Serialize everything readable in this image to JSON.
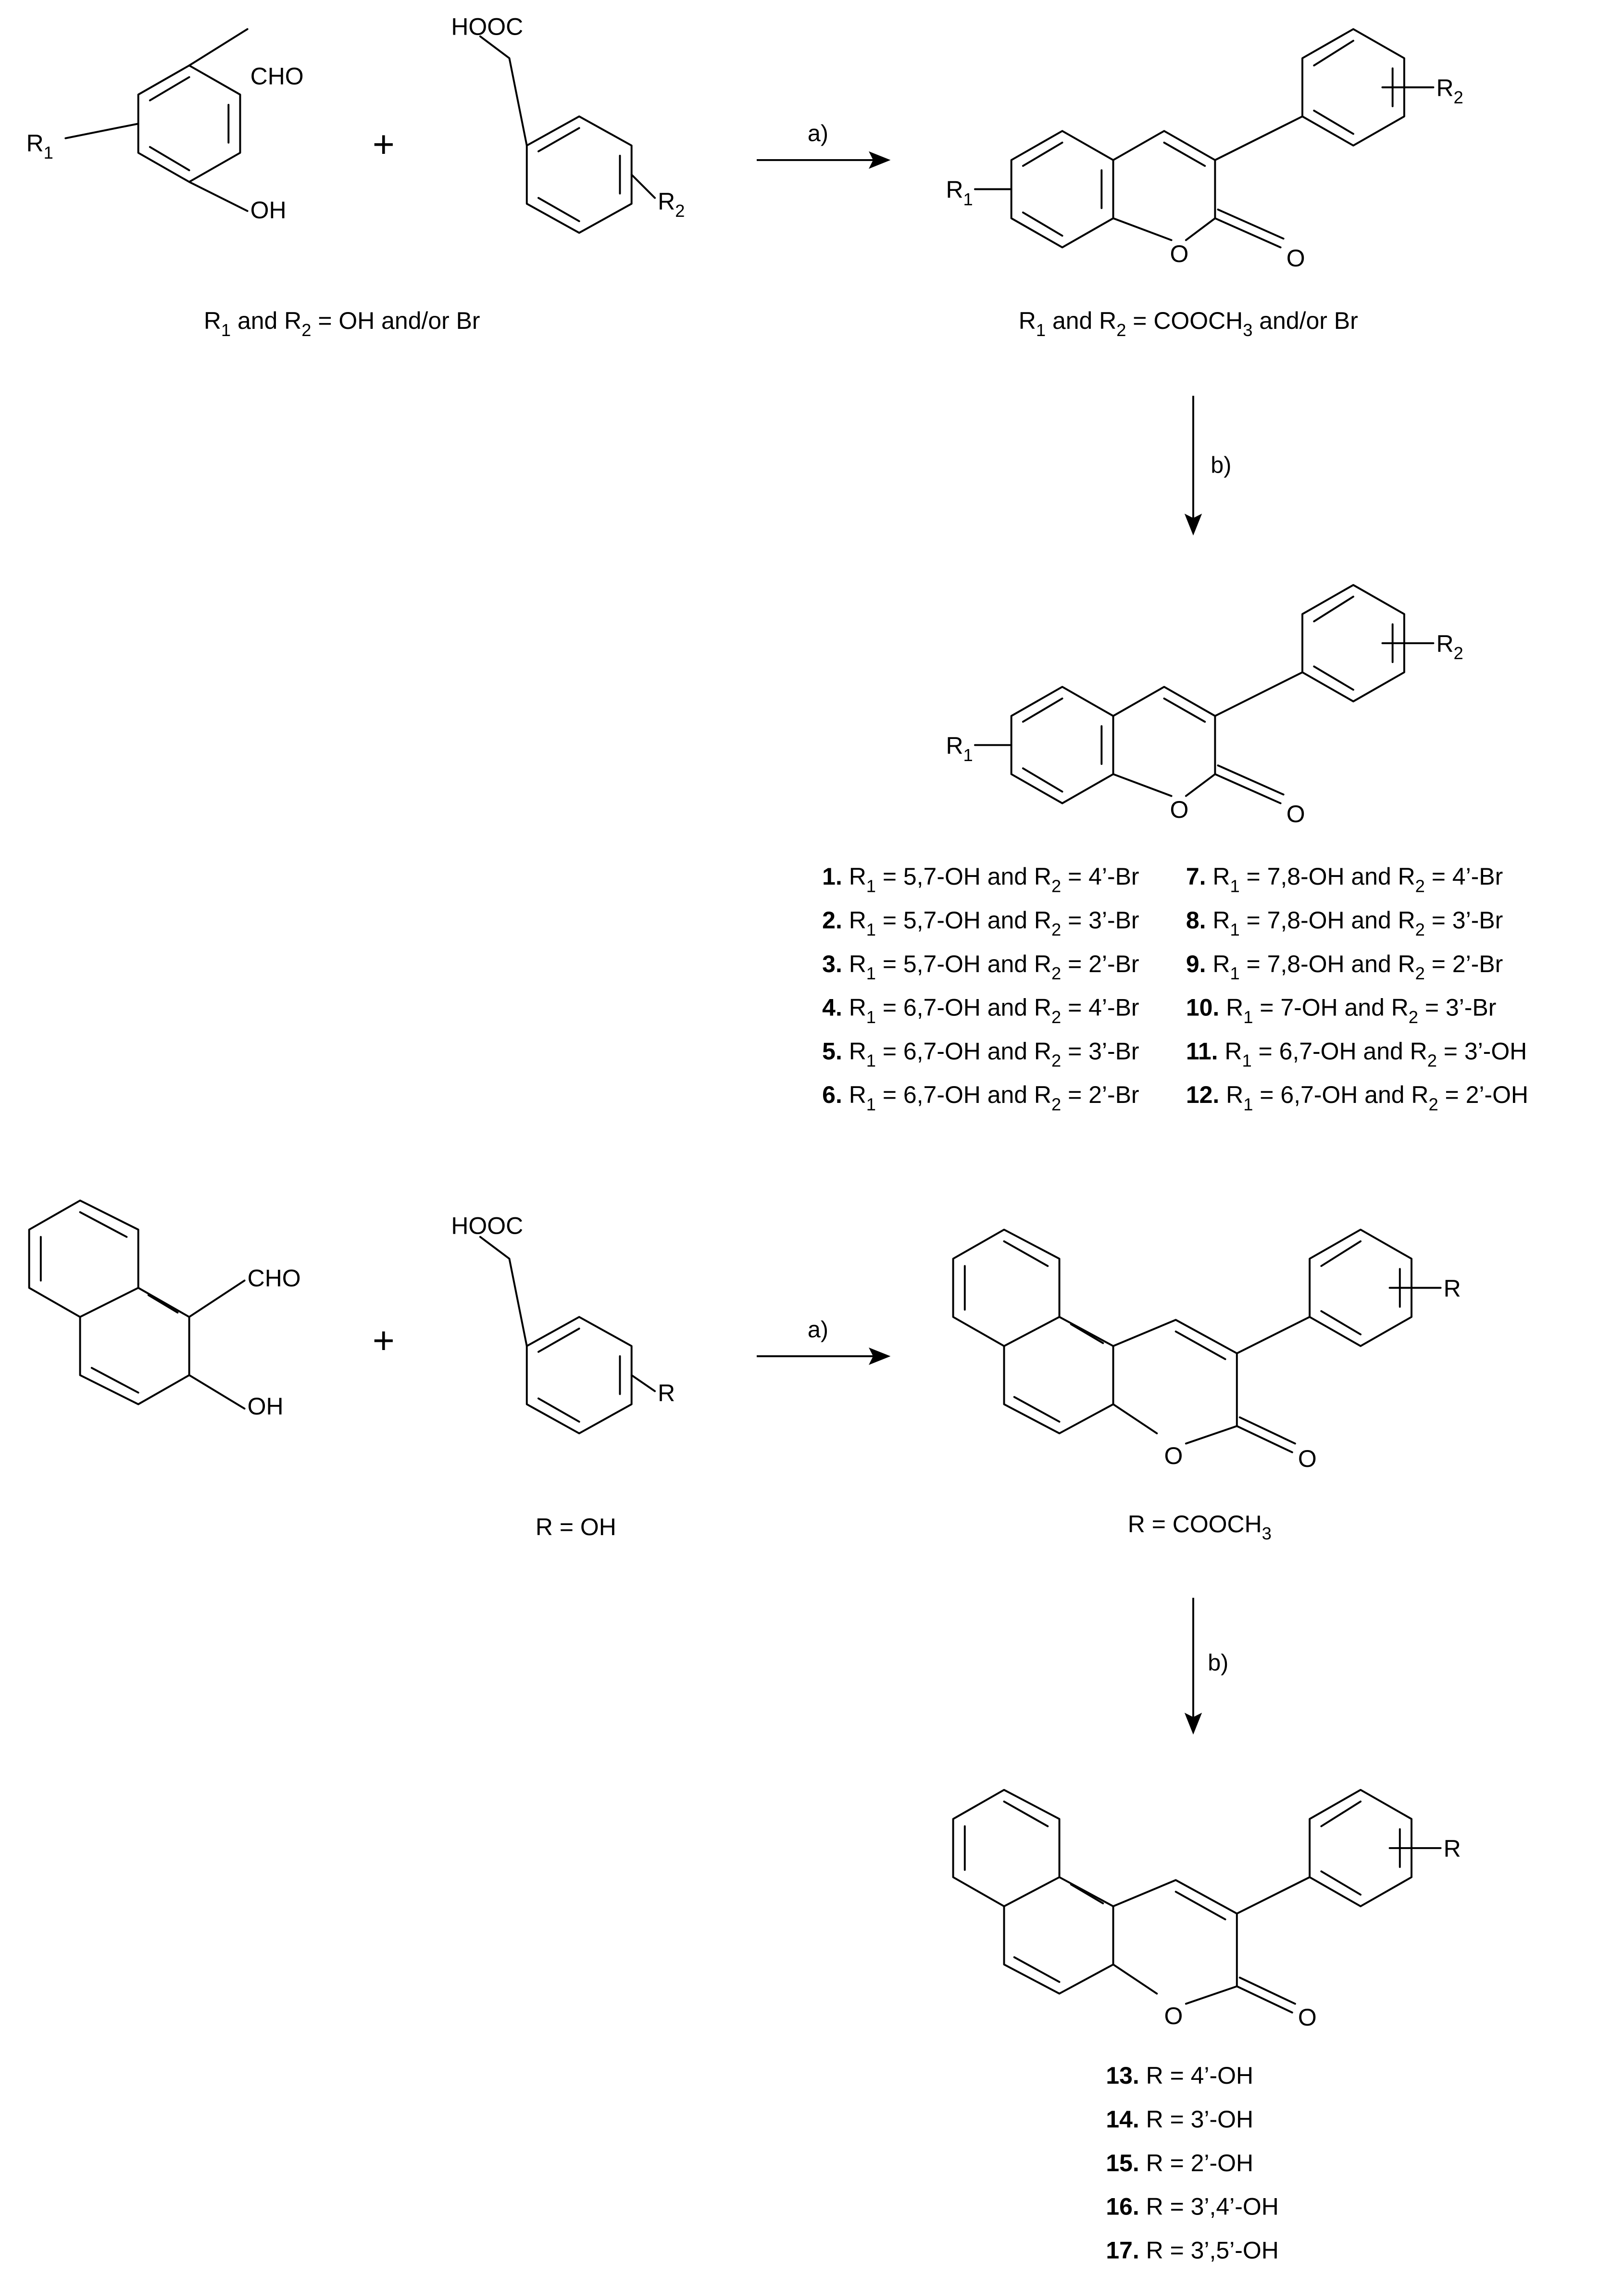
{
  "scheme1": {
    "reactant1": {
      "cho": "CHO",
      "oh": "OH",
      "r1": "R",
      "r1_sub": "1"
    },
    "plus": "+",
    "reactant2": {
      "acid": "HOOC",
      "r2": "R",
      "r2_sub": "2"
    },
    "reactants_note": {
      "a": "R",
      "a_sub": "1",
      "b": " and R",
      "b_sub": "2",
      "c": " = OH and/or Br"
    },
    "arrow_a": "a)",
    "intermediate": {
      "r1": "R",
      "r1_sub": "1",
      "r2": "R",
      "r2_sub": "2",
      "ring_o": "O",
      "carbonyl_o": "O"
    },
    "intermediate_note": {
      "a": "R",
      "a_sub": "1",
      "b": " and R",
      "b_sub": "2",
      "c": " = COOCH",
      "c_sub": "3",
      "d": " and/or Br"
    },
    "arrow_b": "b)",
    "product": {
      "r1": "R",
      "r1_sub": "1",
      "r2": "R",
      "r2_sub": "2",
      "ring_o": "O",
      "carbonyl_o": "O"
    },
    "compounds_left": [
      {
        "num": "1.",
        "r1": "5,7-OH",
        "r2": "4’-Br"
      },
      {
        "num": "2.",
        "r1": "5,7-OH",
        "r2": "3’-Br"
      },
      {
        "num": "3.",
        "r1": "5,7-OH",
        "r2": "2’-Br"
      },
      {
        "num": "4.",
        "r1": "6,7-OH",
        "r2": "4’-Br"
      },
      {
        "num": "5.",
        "r1": "6,7-OH",
        "r2": "3’-Br"
      },
      {
        "num": "6.",
        "r1": "6,7-OH",
        "r2": "2’-Br"
      }
    ],
    "compounds_right": [
      {
        "num": "7.",
        "r1": "7,8-OH",
        "r2": "4’-Br"
      },
      {
        "num": "8.",
        "r1": "7,8-OH",
        "r2": "3’-Br"
      },
      {
        "num": "9.",
        "r1": "7,8-OH",
        "r2": "2’-Br"
      },
      {
        "num": "10.",
        "r1": "7-OH",
        "r2": "3’-Br"
      },
      {
        "num": "11.",
        "r1": "6,7-OH",
        "r2": "3’-OH"
      },
      {
        "num": "12.",
        "r1": "6,7-OH",
        "r2": "2’-OH"
      }
    ],
    "row_text": {
      "r": " R",
      "eq": " = ",
      "and": " and R",
      "sub1": "1",
      "sub2": "2"
    }
  },
  "scheme2": {
    "reactant1": {
      "cho": "CHO",
      "oh": "OH"
    },
    "plus": "+",
    "reactant2": {
      "acid": "HOOC",
      "r": "R"
    },
    "reactants_note": "R = OH",
    "arrow_a": "a)",
    "intermediate": {
      "r": "R",
      "ring_o": "O",
      "carbonyl_o": "O"
    },
    "intermediate_note": {
      "a": "R = COOCH",
      "a_sub": "3"
    },
    "arrow_b": "b)",
    "product": {
      "r": "R",
      "ring_o": "O",
      "carbonyl_o": "O"
    },
    "compounds": [
      {
        "num": "13.",
        "r": "R = 4’-OH"
      },
      {
        "num": "14.",
        "r": "R = 3’-OH"
      },
      {
        "num": "15.",
        "r": "R = 2’-OH"
      },
      {
        "num": "16.",
        "r": "R = 3’,4’-OH"
      },
      {
        "num": "17.",
        "r": "R = 3’,5’-OH"
      }
    ]
  }
}
